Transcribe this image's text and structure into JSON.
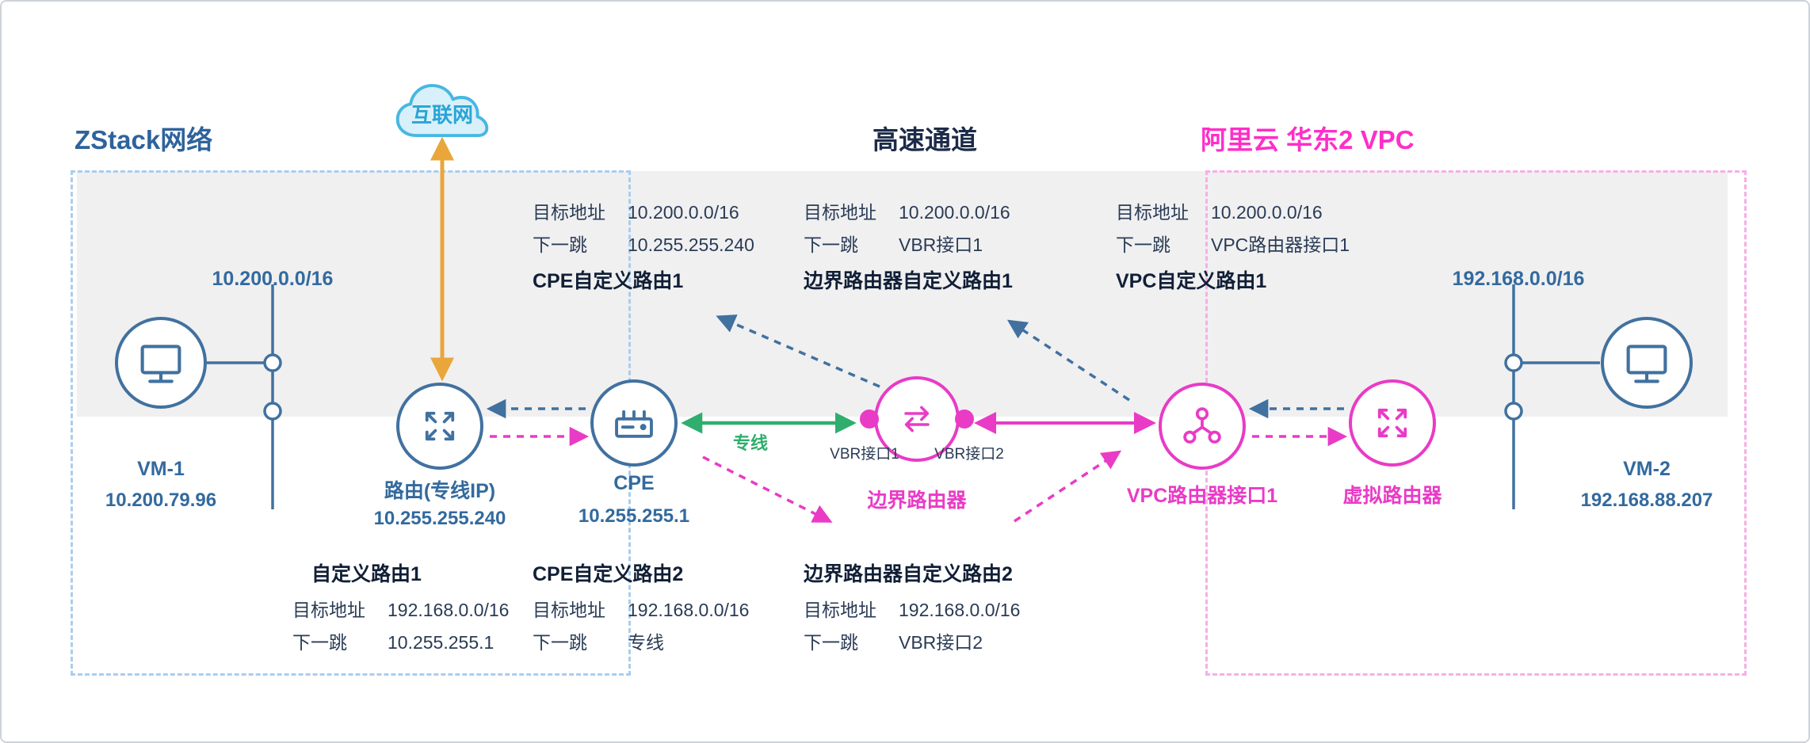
{
  "colors": {
    "blue": "#41719f",
    "blue_text": "#336a9e",
    "pink": "#e93bc6",
    "hot_pink": "#ff2ec9",
    "green": "#2fae6d",
    "orange": "#e9a63b",
    "navy": "#1c2b49",
    "band_gray": "#f0f0f1",
    "cloud_blue": "#47b7e2"
  },
  "titles": {
    "zstack": "ZStack网络",
    "express": "高速通道",
    "aliyun": "阿里云 华东2 VPC"
  },
  "cloud": {
    "label": "互联网"
  },
  "labels": {
    "leased_line": "专线"
  },
  "nodes": {
    "vm1": {
      "name": "VM-1",
      "ip": "10.200.79.96"
    },
    "net1": {
      "cidr": "10.200.0.0/16"
    },
    "router": {
      "name": "路由(专线IP)",
      "ip": "10.255.255.240"
    },
    "cpe": {
      "name": "CPE",
      "ip": "10.255.255.1"
    },
    "vbr": {
      "name": "边界路由器",
      "if1": "VBR接口1",
      "if2": "VBR接口2"
    },
    "vpc_if": {
      "name": "VPC路由器接口1"
    },
    "vrouter": {
      "name": "虚拟路由器"
    },
    "net2": {
      "cidr": "192.168.0.0/16"
    },
    "vm2": {
      "name": "VM-2",
      "ip": "192.168.88.207"
    }
  },
  "route_tables": {
    "cpe1": {
      "title": "CPE自定义路由1",
      "rows": [
        {
          "label": "目标地址",
          "value": "10.200.0.0/16"
        },
        {
          "label": "下一跳",
          "value": "10.255.255.240"
        }
      ]
    },
    "vbr1": {
      "title": "边界路由器自定义路由1",
      "rows": [
        {
          "label": "目标地址",
          "value": "10.200.0.0/16"
        },
        {
          "label": "下一跳",
          "value": "VBR接口1"
        }
      ]
    },
    "vpc1": {
      "title": "VPC自定义路由1",
      "rows": [
        {
          "label": "目标地址",
          "value": "10.200.0.0/16"
        },
        {
          "label": "下一跳",
          "value": "VPC路由器接口1"
        }
      ]
    },
    "route1": {
      "title": "自定义路由1",
      "rows": [
        {
          "label": "目标地址",
          "value": "192.168.0.0/16"
        },
        {
          "label": "下一跳",
          "value": "10.255.255.1"
        }
      ]
    },
    "cpe2": {
      "title": "CPE自定义路由2",
      "rows": [
        {
          "label": "目标地址",
          "value": "192.168.0.0/16"
        },
        {
          "label": "下一跳",
          "value": "专线"
        }
      ]
    },
    "vbr2": {
      "title": "边界路由器自定义路由2",
      "rows": [
        {
          "label": "目标地址",
          "value": "192.168.0.0/16"
        },
        {
          "label": "下一跳",
          "value": "VBR接口2"
        }
      ]
    }
  }
}
